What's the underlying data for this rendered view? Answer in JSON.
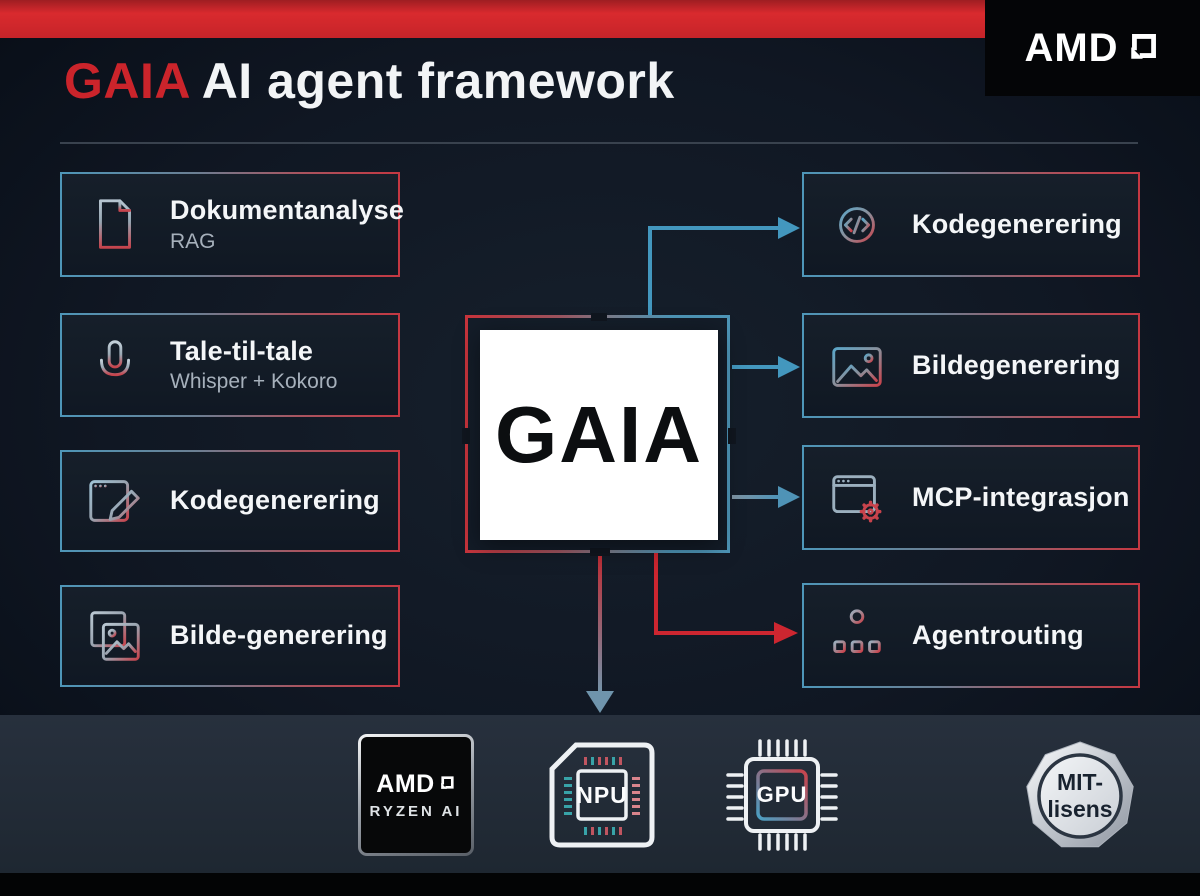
{
  "header": {
    "title_accent": "GAIA ",
    "title_rest": "AI agent framework",
    "brand_logo": "AMD"
  },
  "diagram": {
    "center_label": "GAIA",
    "left_nodes": [
      {
        "title": "Dokumentanalyse",
        "subtitle": "RAG",
        "icon": "document-icon"
      },
      {
        "title": "Tale-til-tale",
        "subtitle": "Whisper + Kokoro",
        "icon": "microphone-icon"
      },
      {
        "title": "Kodegenerering",
        "subtitle": "",
        "icon": "code-editor-icon"
      },
      {
        "title": "Bilde-generering",
        "subtitle": "",
        "icon": "stacked-images-icon"
      }
    ],
    "right_nodes": [
      {
        "title": "Kodegenerering",
        "icon": "gear-code-icon"
      },
      {
        "title": "Bildegenerering",
        "icon": "image-icon"
      },
      {
        "title": "MCP-integrasjon",
        "icon": "window-gear-icon"
      },
      {
        "title": "Agentrouting",
        "icon": "hierarchy-icon"
      }
    ],
    "connections": [
      {
        "from": "GAIA",
        "to": "Kodegenerering",
        "color": "#4397be"
      },
      {
        "from": "GAIA",
        "to": "Bildegenerering",
        "color": "#4397be"
      },
      {
        "from": "GAIA",
        "to": "MCP-integrasjon",
        "color": "#5b90ad"
      },
      {
        "from": "GAIA",
        "to": "Agentrouting",
        "color": "#cd2630"
      },
      {
        "from": "GAIA",
        "to": "hardware-bar",
        "color": "#c02b33 to #7493a9"
      }
    ]
  },
  "footer": {
    "ryzen_badge": {
      "brand": "AMD",
      "product": "RYZEN AI"
    },
    "npu_chip_label": "NPU",
    "gpu_chip_label": "GPU",
    "license_badge": {
      "line1": "MIT-",
      "line2": "lisens"
    }
  },
  "colors": {
    "accent_red": "#cb242b",
    "accent_blue": "#4e96b8",
    "background": "#101723",
    "footer_bar": "#222b36",
    "node_fill": "#131b25"
  }
}
